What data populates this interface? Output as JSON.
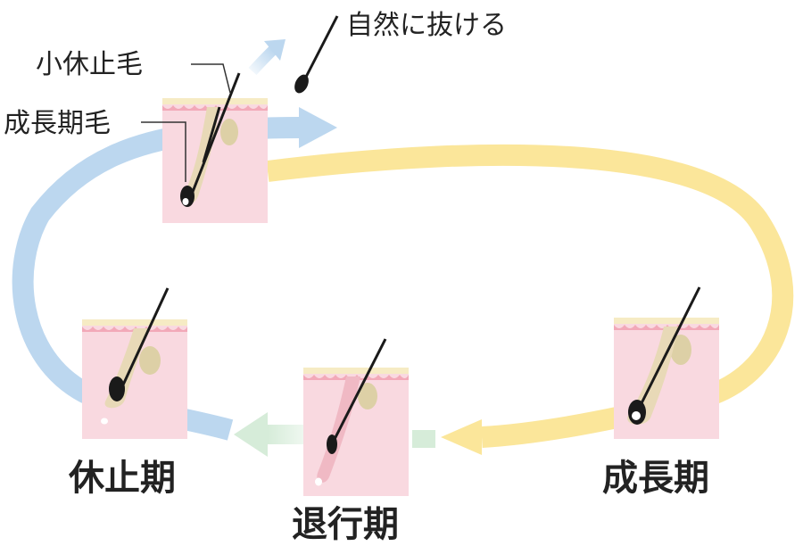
{
  "labels": {
    "natural_shedding": "自然に抜ける",
    "small_telogen_hair": "小休止毛",
    "anagen_hair": "成長期毛"
  },
  "phases": {
    "telogen": "休止期",
    "catagen": "退行期",
    "anagen": "成長期"
  },
  "colors": {
    "anagen_arrow": "#fbe69a",
    "catagen_arrow": "#d6ecd9",
    "telogen_arrow": "#bcd7ef",
    "skin": "#f9d9e0",
    "skin_edge": "#f2a9b8",
    "hair": "#1a1a1a",
    "gland": "#ddd0a6"
  }
}
